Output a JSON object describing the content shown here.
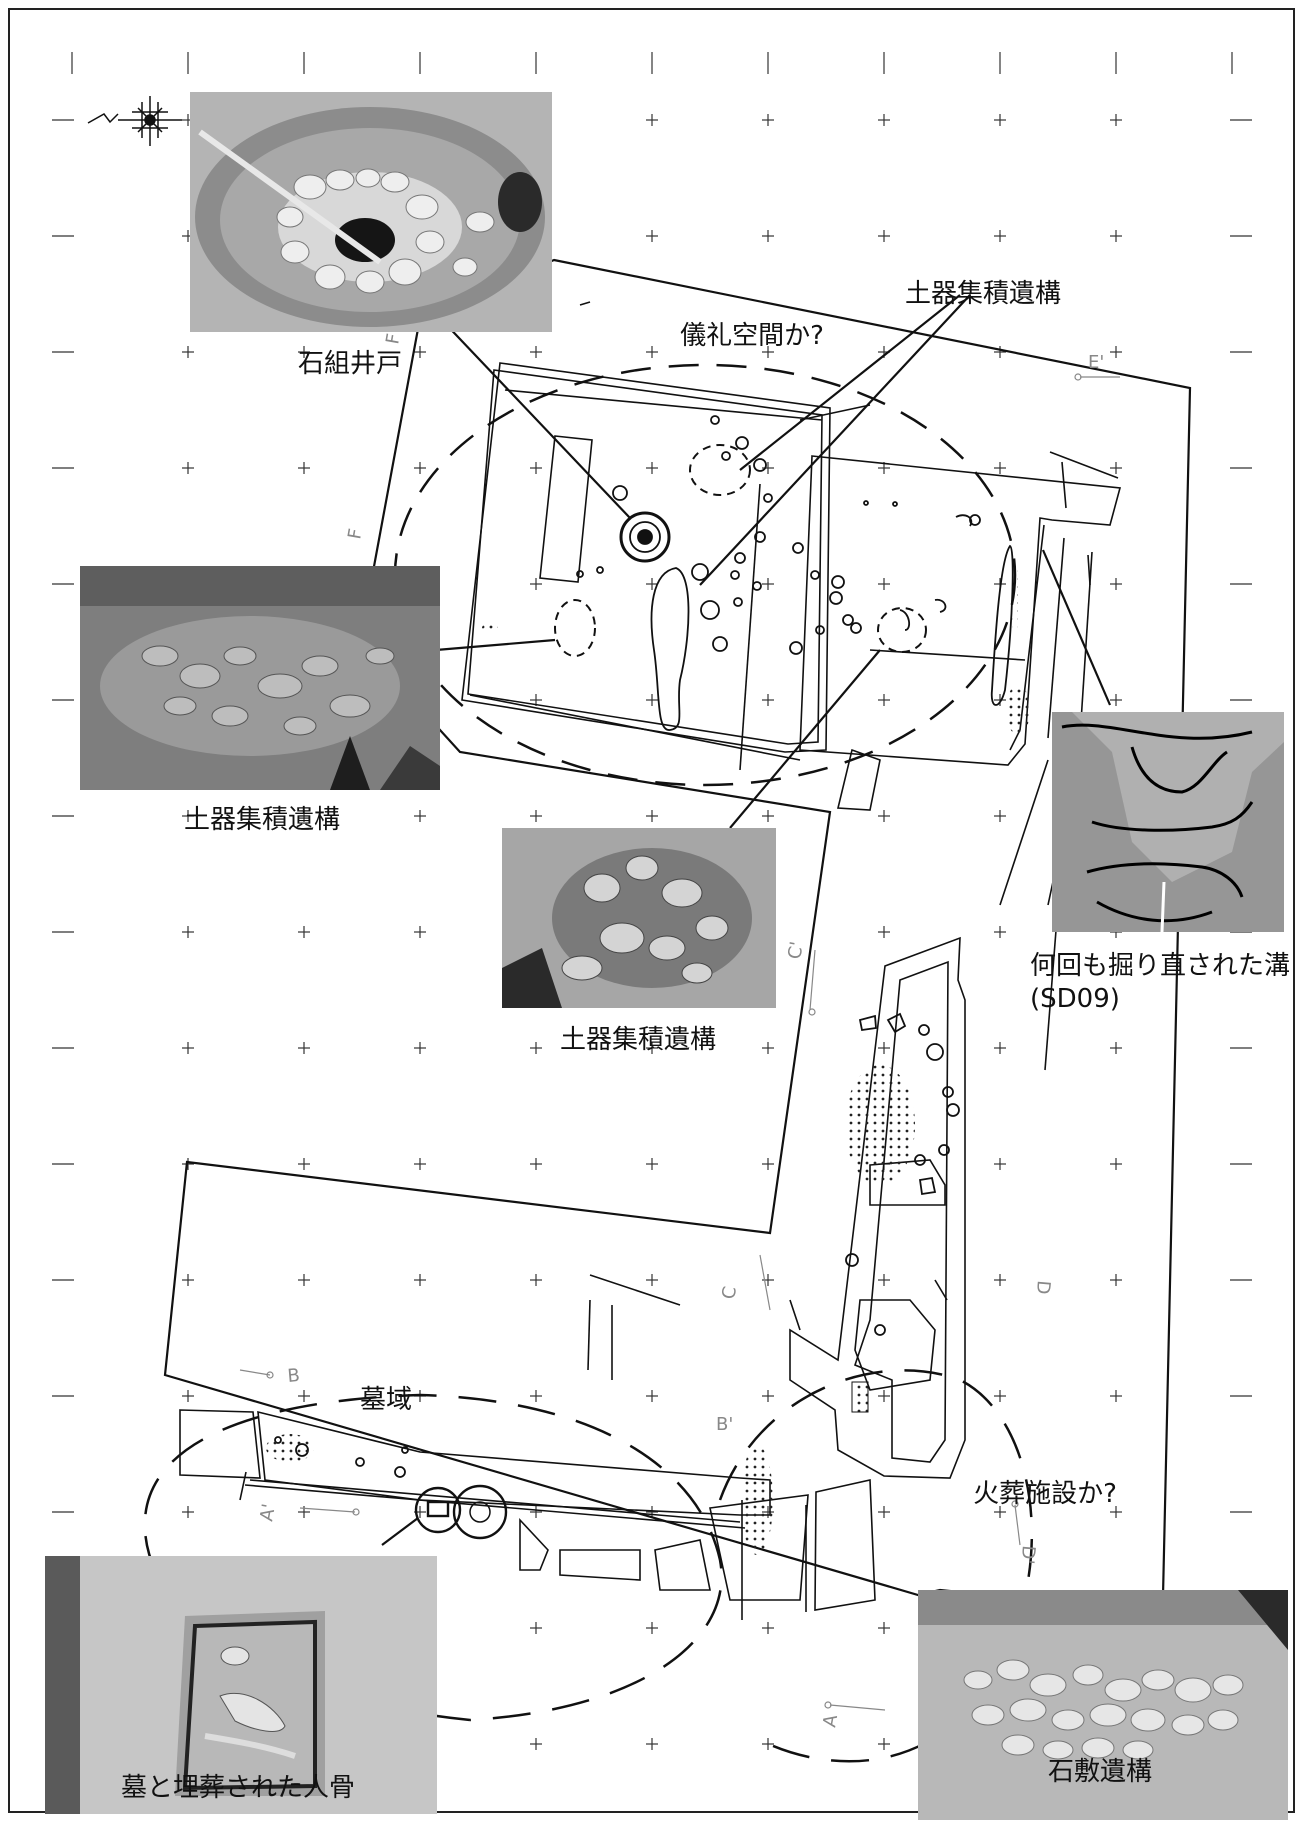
{
  "labels": {
    "well": "石組井戸",
    "ritual_space": "儀礼空間か?",
    "pottery_top": "土器集積遺構",
    "pottery_left": "土器集積遺構",
    "pottery_center": "土器集積遺構",
    "ditch_line1": "何回も掘り直された溝",
    "ditch_line2": "(SD09)",
    "cemetery": "墓域",
    "cremation": "火葬施設か?",
    "grave": "墓と埋葬された人骨",
    "paving": "石敷遺構"
  },
  "section_marks": {
    "a": "A",
    "a_prime": "A'",
    "b": "B",
    "b_prime": "B'",
    "c": "C",
    "c_prime": "C'",
    "d": "D",
    "d_prime": "D'",
    "e_prime": "E'",
    "f": "F",
    "f_prime": "F'"
  },
  "icons": {
    "north": "north-arrow-icon"
  },
  "colors": {
    "ink": "#111111",
    "grid": "#333333",
    "section": "#888888"
  }
}
